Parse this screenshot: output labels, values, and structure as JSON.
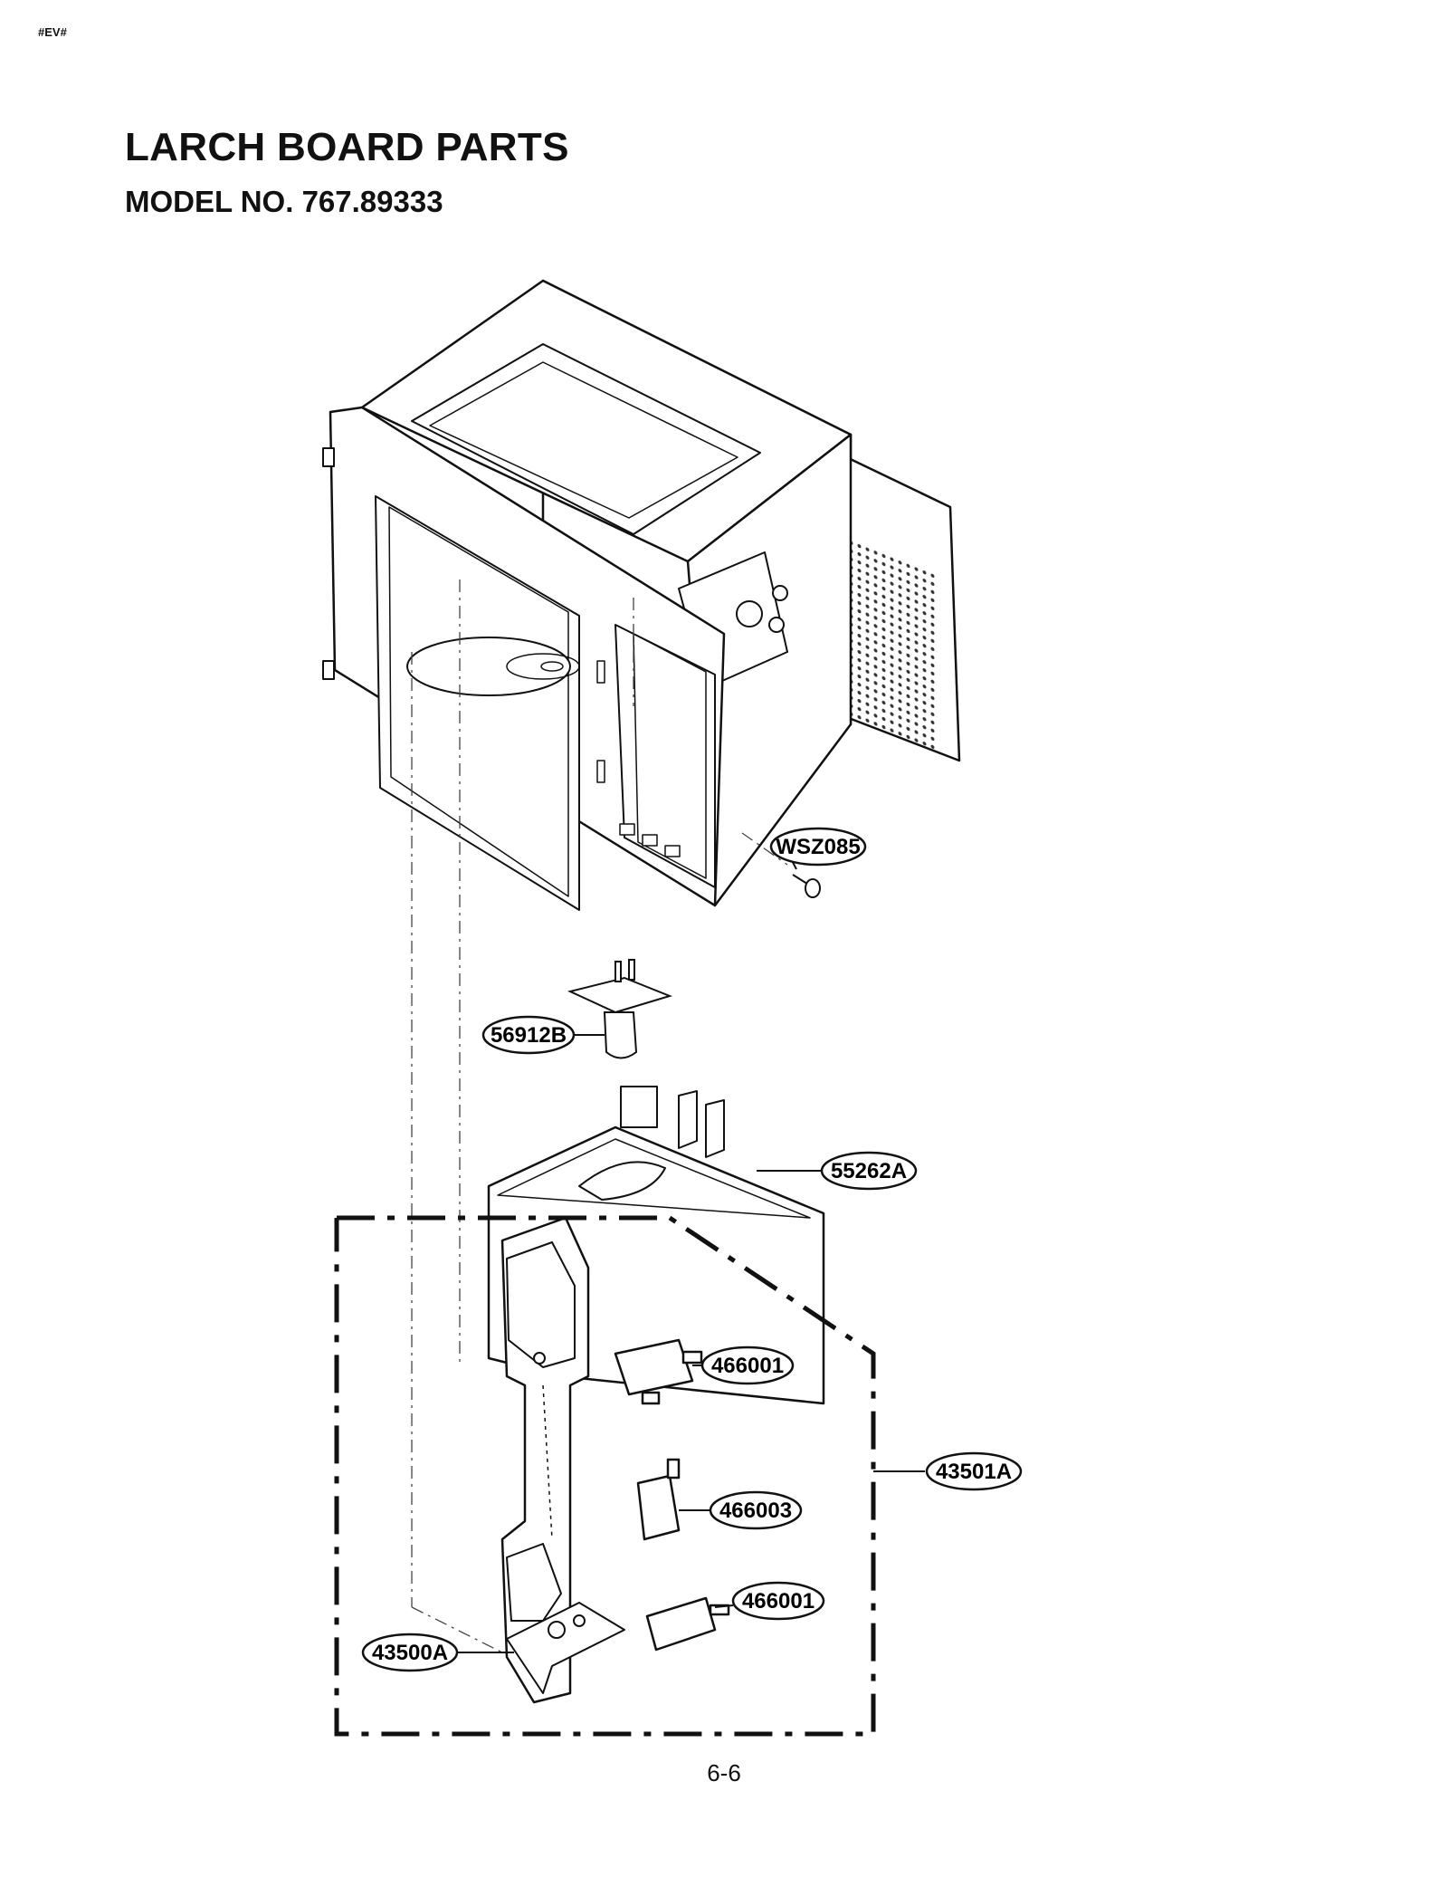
{
  "header": {
    "corner_code": "#EV#",
    "title": "LARCH BOARD PARTS",
    "subtitle": "MODEL NO. 767.89333"
  },
  "callouts": [
    {
      "id": "screw",
      "label": "WSZ085"
    },
    {
      "id": "lamp",
      "label": "56912B"
    },
    {
      "id": "latch-board",
      "label": "55262A"
    },
    {
      "id": "switch-top",
      "label": "466001"
    },
    {
      "id": "assembly",
      "label": "43501A"
    },
    {
      "id": "switch-middle",
      "label": "466003"
    },
    {
      "id": "switch-bottom",
      "label": "466001"
    },
    {
      "id": "latch-frame",
      "label": "43500A"
    }
  ],
  "footer": {
    "page_number": "6-6"
  }
}
